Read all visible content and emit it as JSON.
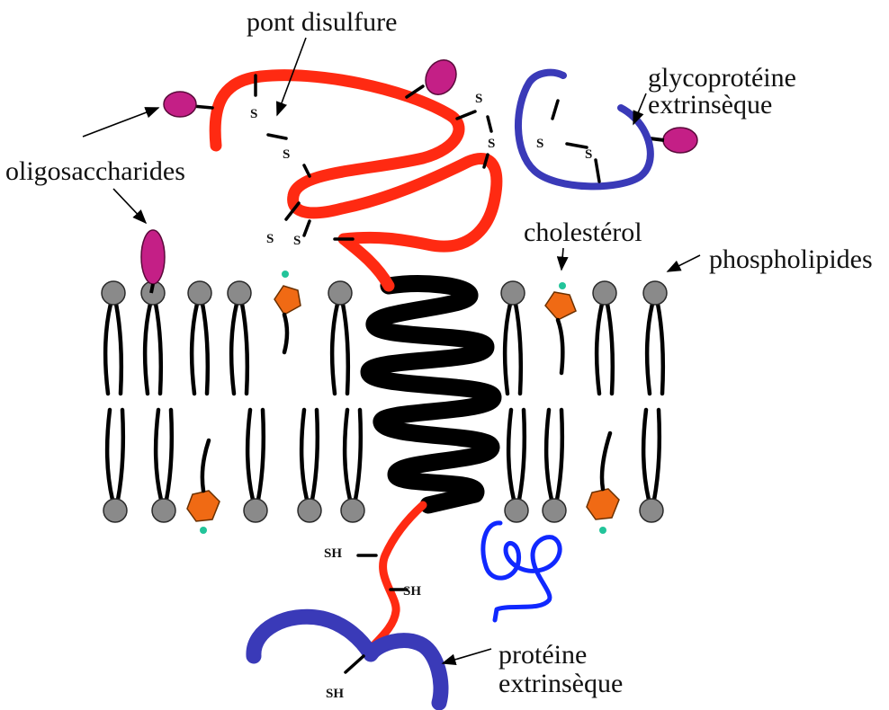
{
  "labels": {
    "disulfide_bridge": "pont disulfure",
    "glycoprotein_line1": "glycoprotéine",
    "glycoprotein_line2": "extrinsèque",
    "oligosaccharides": "oligosaccharides",
    "cholesterol": "cholestérol",
    "phospholipids": "phospholipides",
    "extrinsic_protein_line1": "protéine",
    "extrinsic_protein_line2": "extrinsèque"
  },
  "atoms": {
    "sulfur": "S",
    "thiol": "SH"
  },
  "colors": {
    "polypeptide": "#ff2a12",
    "helix": "#000000",
    "extrinsic_protein": "#3a3ab8",
    "bright_blue_chain": "#1028ff",
    "oligosaccharide": "#c41f86",
    "cholesterol": "#f06a14",
    "cholesterol_oh": "#22c49a",
    "lipid_head": "#8a8a8a"
  }
}
